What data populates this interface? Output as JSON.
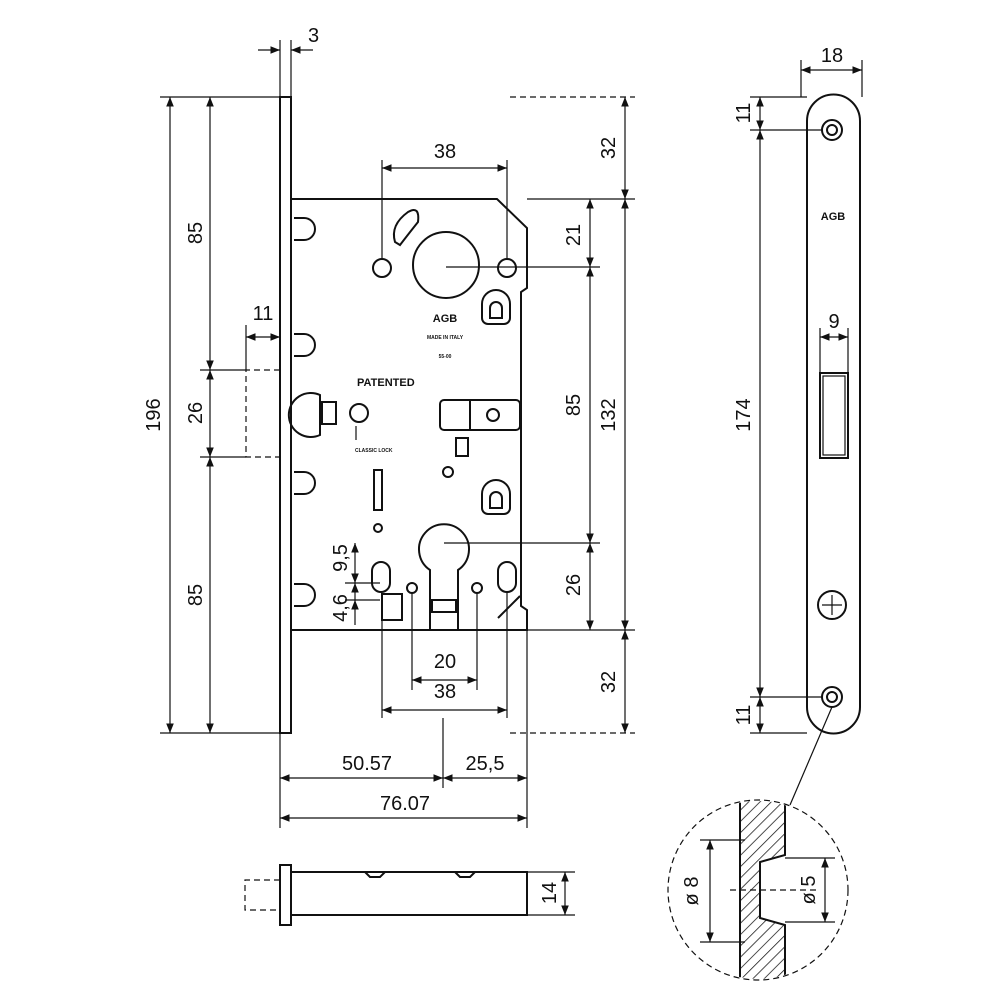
{
  "drawing": {
    "labels": {
      "patented": "PATENTED",
      "brand": "AGB",
      "made_in": "MADE IN ITALY",
      "model": "55-00",
      "classic_lock": "CLASSIC LOCK"
    },
    "dimensions": {
      "faceplate_thickness": "3",
      "total_height": "196",
      "upper_85": "85",
      "latch_26": "26",
      "lower_85": "85",
      "latch_11": "11",
      "top_38": "38",
      "d21": "21",
      "center_85": "85",
      "d26": "26",
      "top_32": "32",
      "body_132": "132",
      "bottom_32": "32",
      "d9_5": "9,5",
      "d4_6": "4,6",
      "d20": "20",
      "bottom_38": "38",
      "backset": "50.57",
      "d25_5": "25,5",
      "total_depth": "76.07",
      "thickness_14": "14",
      "plate_width_18": "18",
      "plate_top_11": "11",
      "plate_174": "174",
      "plate_bottom_11": "11",
      "slot_9": "9",
      "diam_8": "ø 8",
      "diam_5": "ø 5"
    }
  }
}
